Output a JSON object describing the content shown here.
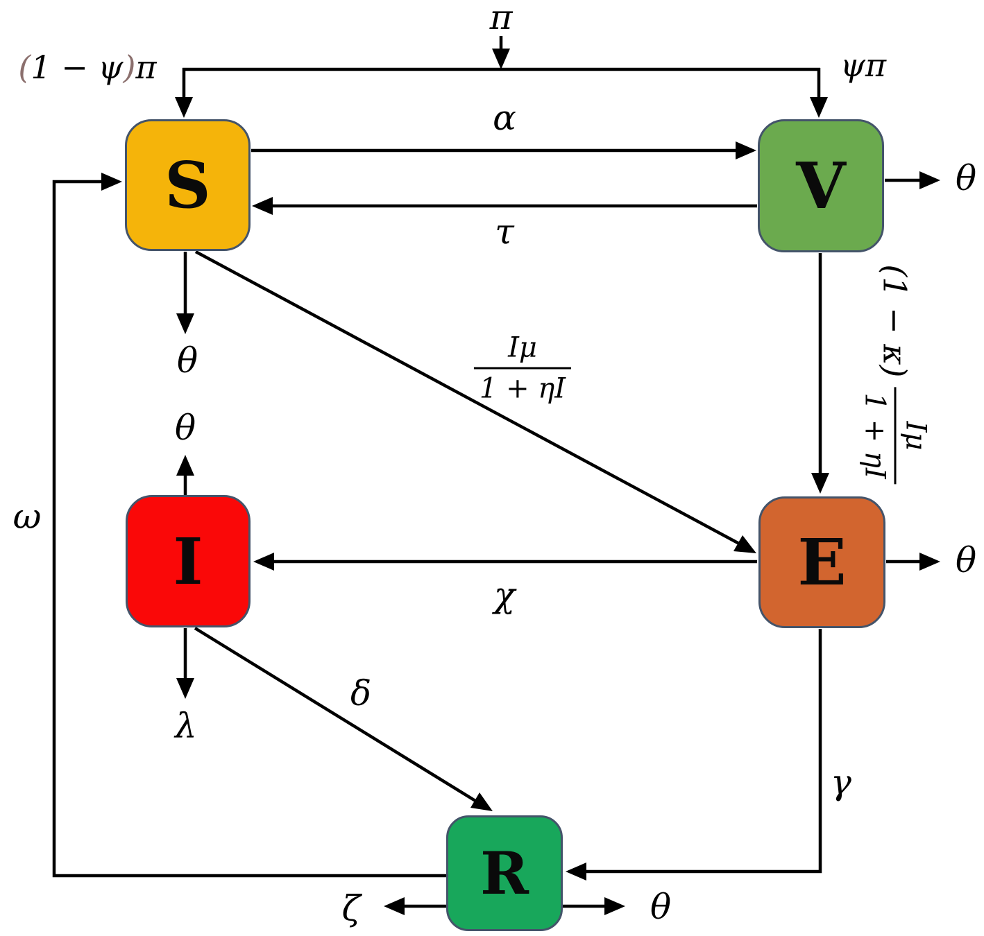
{
  "nodes": {
    "S": {
      "label": "S",
      "fill": "#F5B40A"
    },
    "V": {
      "label": "V",
      "fill": "#6BAA4E"
    },
    "I": {
      "label": "I",
      "fill": "#FA0808"
    },
    "E": {
      "label": "E",
      "fill": "#D2652F"
    },
    "R": {
      "label": "R",
      "fill": "#18A75B"
    }
  },
  "labels": {
    "pi": "π",
    "paren_open": "(",
    "one_minus_psi": "1 − ψ",
    "paren_close": ")",
    "pi_after_paren": "π",
    "psi_pi": "ψπ",
    "alpha": "α",
    "tau": "τ",
    "theta": "θ",
    "chi": "χ",
    "omega": "ω",
    "lambda": "λ",
    "delta": "δ",
    "gamma": "γ",
    "zeta": "ζ",
    "one_minus_kappa": "(1 − κ)",
    "infection_rate_numerator": "Iμ",
    "infection_rate_denominator": "1 + ηI"
  },
  "colors": {
    "paren_accent": "#8B6F6D",
    "node_border": "#44546A",
    "arrow": "#000000",
    "background": "#FFFFFF"
  }
}
